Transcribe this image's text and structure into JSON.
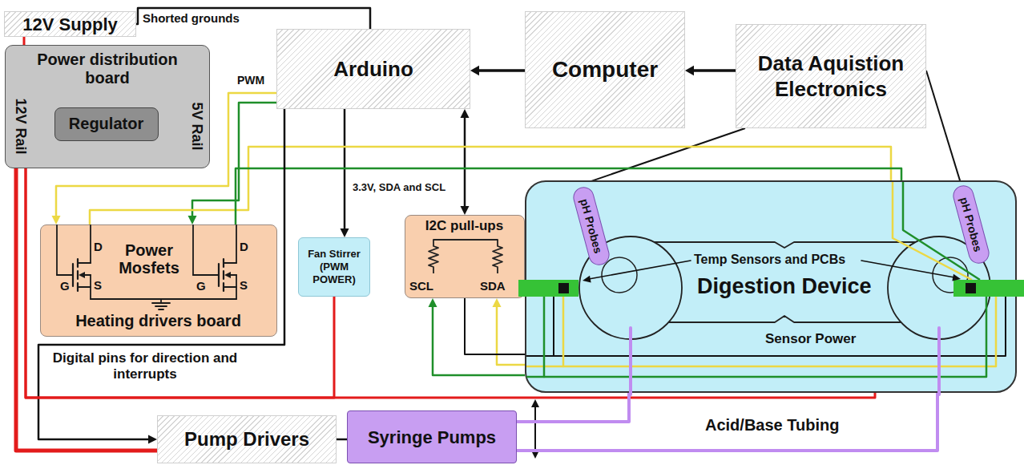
{
  "diagram": {
    "nodes": [
      {
        "text": [
          "12V Supply"
        ]
      },
      {
        "text": [
          "Power distribution board",
          "12V Rail",
          "5V Rail"
        ]
      },
      {
        "text": [
          "Regulator"
        ],
        "in": 1
      },
      {
        "text": [
          "Arduino"
        ]
      },
      {
        "text": [
          "Computer"
        ]
      },
      {
        "text": [
          "Data Aquistion Electronics"
        ]
      },
      {
        "text": [
          "Power Mosfets",
          "Heating drivers board"
        ]
      },
      {
        "text": [
          "Fan Stirrer (PWM POWER)"
        ]
      },
      {
        "text": [
          "I2C pull-ups",
          "SCL",
          "SDA"
        ]
      },
      {
        "text": [
          "Digestion Device"
        ]
      },
      {
        "text": [
          "pH Probes"
        ],
        "in": 9
      },
      {
        "text": [
          "pH Probes"
        ],
        "in": 9
      },
      {
        "text": [
          "Pump Drivers"
        ]
      },
      {
        "text": [
          "Syringe Pumps"
        ]
      }
    ],
    "edges": [
      {
        "from": 0,
        "to": 1,
        "arrow": "none"
      },
      {
        "from": 0,
        "to": 3,
        "arrow": "none",
        "label": "Shorted grounds"
      },
      {
        "from": 4,
        "to": 3,
        "arrow": "to"
      },
      {
        "from": 5,
        "to": 4,
        "arrow": "to"
      },
      {
        "from": 5,
        "to": 10,
        "arrow": "none"
      },
      {
        "from": 5,
        "to": 11,
        "arrow": "none"
      },
      {
        "from": 3,
        "to": 7,
        "arrow": "to"
      },
      {
        "from": 3,
        "to": 8,
        "arrow": "both",
        "label": "3.3V, SDA and SCL"
      },
      {
        "from": 3,
        "to": 6,
        "arrow": "to",
        "label": "PWM"
      },
      {
        "from": 3,
        "to": 6,
        "arrow": "to"
      },
      {
        "from": 6,
        "to": 9,
        "arrow": "none"
      },
      {
        "from": 6,
        "to": 9,
        "arrow": "none"
      },
      {
        "from": 3,
        "to": 12,
        "arrow": "to",
        "label": "Digital pins for direction and interrupts"
      },
      {
        "from": 1,
        "to": 12,
        "arrow": "none"
      },
      {
        "from": 1,
        "to": 7,
        "arrow": "none"
      },
      {
        "from": 1,
        "to": 9,
        "arrow": "none"
      },
      {
        "from": 9,
        "to": 8,
        "arrow": "to"
      },
      {
        "from": 9,
        "to": 8,
        "arrow": "to"
      },
      {
        "from": 8,
        "to": 9,
        "arrow": "none"
      },
      {
        "from": 12,
        "to": 13,
        "arrow": "none"
      },
      {
        "from": 13,
        "to": 9,
        "arrow": "none"
      },
      {
        "from": 13,
        "to": 9,
        "arrow": "none"
      }
    ],
    "labels": [
      "D",
      "G",
      "S",
      "D",
      "G",
      "S",
      "Temp Sensors and PCBs",
      "Sensor Power",
      "Acid/Base Tubing"
    ]
  }
}
